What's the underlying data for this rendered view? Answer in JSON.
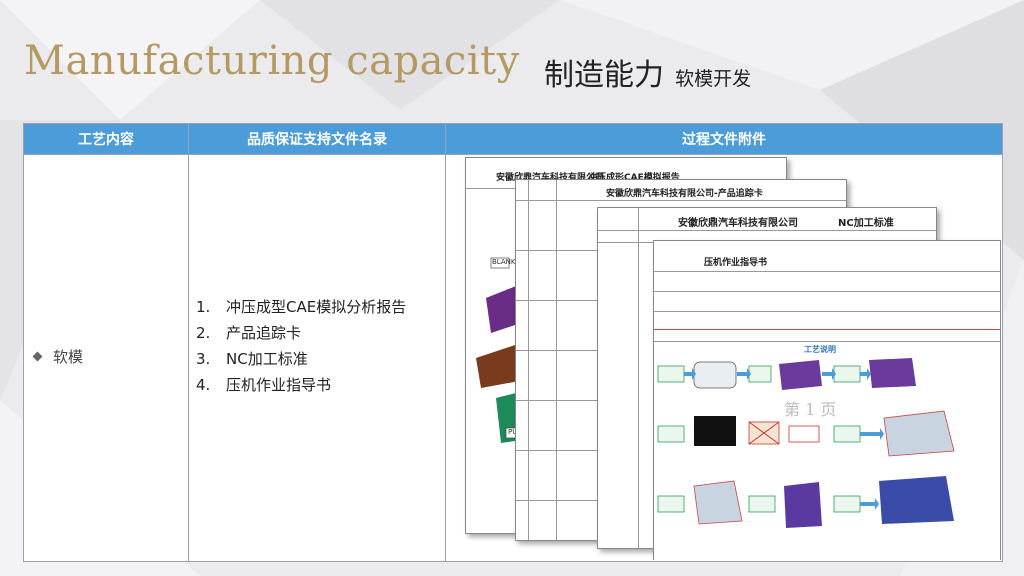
{
  "header": {
    "title_en": "Manufacturing capacity",
    "title_cn": "制造能力",
    "subtitle_cn": "软模开发"
  },
  "table": {
    "columns": [
      "工艺内容",
      "品质保证支持文件名录",
      "过程文件附件"
    ],
    "process_item": "软模",
    "documents": [
      {
        "num": "1.",
        "name": "冲压成型CAE模拟分析报告"
      },
      {
        "num": "2.",
        "name": "产品追踪卡"
      },
      {
        "num": "3.",
        "name": "NC加工标准"
      },
      {
        "num": "4.",
        "name": "压机作业指导书"
      }
    ]
  },
  "attachments": {
    "sheet1_company": "安徽欣鼎汽车科技有限公司",
    "sheet1_title": "冲压成形CAE模拟报告",
    "sheet1_label_blank": "BLANK",
    "sheet1_label_punch": "PUNCH",
    "sheet2_title": "安徽欣鼎汽车科技有限公司-产品追踪卡",
    "sheet3_company": "安徽欣鼎汽车科技有限公司",
    "sheet3_title": "NC加工标准",
    "sheet4_title": "压机作业指导书",
    "sheet4_flow_title": "工艺说明",
    "sheet4_page": "第 1 页",
    "colors": {
      "header_blue": "#4b9cd9",
      "title_gold": "#b49a62"
    }
  }
}
